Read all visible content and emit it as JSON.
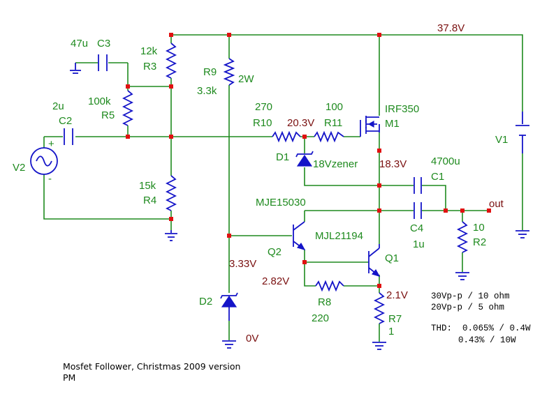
{
  "supply": {
    "name": "V1",
    "voltage": "37.8V"
  },
  "source": {
    "name": "V2",
    "plus": "+",
    "minus": "-"
  },
  "components": {
    "C3": {
      "name": "C3",
      "value": "47u"
    },
    "C2": {
      "name": "C2",
      "value": "2u"
    },
    "R3": {
      "name": "R3",
      "value": "12k"
    },
    "R5": {
      "name": "R5",
      "value": "100k"
    },
    "R4": {
      "name": "R4",
      "value": "15k"
    },
    "R9": {
      "name": "R9",
      "value": "3.3k",
      "power": "2W"
    },
    "R10": {
      "name": "R10",
      "value": "270"
    },
    "R11": {
      "name": "R11",
      "value": "100"
    },
    "M1": {
      "name": "M1",
      "part": "IRF350"
    },
    "D1": {
      "name": "D1",
      "part": "18Vzener"
    },
    "C1": {
      "name": "C1",
      "value": "4700u"
    },
    "C4": {
      "name": "C4",
      "value": "1u"
    },
    "R2": {
      "name": "R2",
      "value": "10"
    },
    "Q2": {
      "name": "Q2",
      "part": "MJE15030"
    },
    "Q1": {
      "name": "Q1",
      "part": "MJL21194"
    },
    "R8": {
      "name": "R8",
      "value": "220"
    },
    "R7": {
      "name": "R7",
      "value": "1"
    },
    "D2": {
      "name": "D2"
    }
  },
  "nodes": {
    "gate": "20.3V",
    "source": "18.3V",
    "q2_base": "3.33V",
    "q2_emitter": "2.82V",
    "q1_emitter": "2.1V",
    "ground": "0V",
    "output": "out"
  },
  "notes": {
    "line1": "30Vp-p / 10 ohm",
    "line2": "20Vp-p / 5 ohm",
    "thd1": "THD:  0.065% / 0.4W",
    "thd2": "0.43% / 10W"
  },
  "caption": {
    "line1": "Mosfet Follower, Christmas 2009 version",
    "line2": "PM"
  },
  "colors": {
    "wire": "#1e8a1e",
    "component": "#1414c8",
    "node_dot": "#e01010",
    "voltage_text": "#7a1010",
    "label_text": "#1e8a1e"
  }
}
